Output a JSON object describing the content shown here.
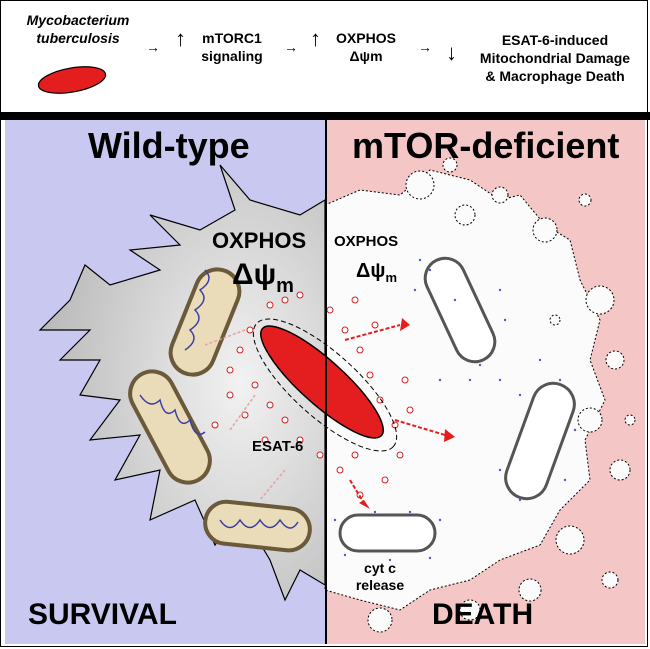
{
  "header": {
    "organism_line1": "Mycobacterium",
    "organism_line2": "tuberculosis",
    "step1_line1": "mTORC1",
    "step1_line2": "signaling",
    "step2_line1": "OXPHOS",
    "step2_line2": "Δψm",
    "step3_line1": "ESAT-6-induced",
    "step3_line2": "Mitochondrial Damage",
    "step3_line3": "& Macrophage Death",
    "arrow_right": "→",
    "arrow_up": "↑",
    "arrow_down": "↓"
  },
  "left_panel": {
    "title": "Wild-type",
    "oxphos": "OXPHOS",
    "delta_psi": "Δψ",
    "delta_psi_sub": "m",
    "esat6": "ESAT-6",
    "outcome": "SURVIVAL",
    "color": "#c8c8f0"
  },
  "right_panel": {
    "title": "mTOR-deficient",
    "oxphos": "OXPHOS",
    "delta_psi": "Δψ",
    "delta_psi_sub": "m",
    "cyt_line1": "cyt c",
    "cyt_line2": "release",
    "outcome": "DEATH",
    "color": "#f4c6c6"
  },
  "colors": {
    "bacterium": "#e41e1e",
    "mitochondria_fill": "#eadcb8",
    "mitochondria_outline": "#6b5a3a",
    "cristae": "#3a3ea8",
    "cell_gray": "#cfcfcf"
  }
}
